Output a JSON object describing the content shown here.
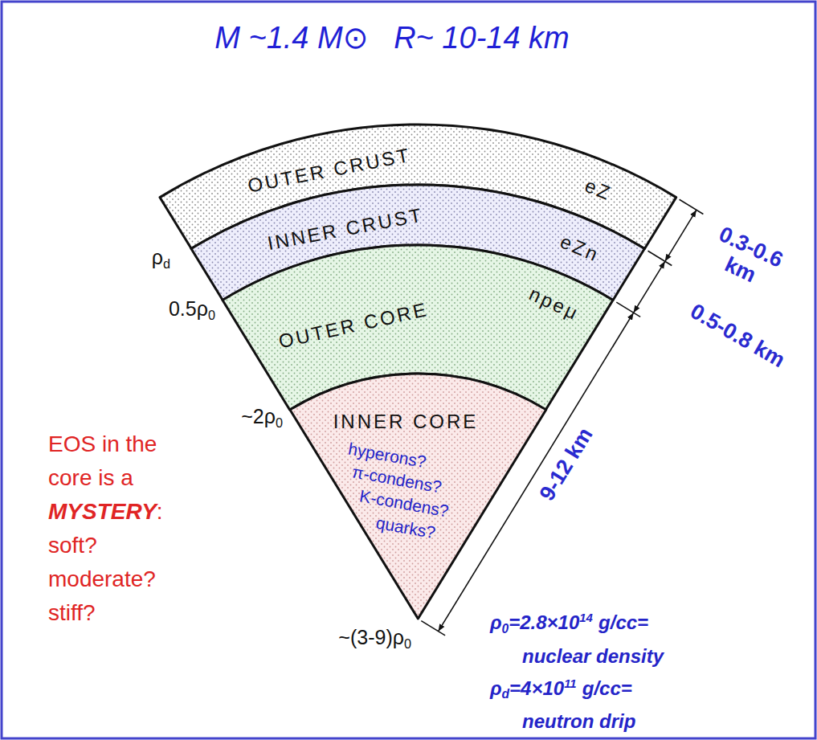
{
  "diagram": {
    "title": "M ~1.4 M⊙   R~ 10-14 km",
    "nodes": [
      {
        "text": [
          "OUTER CRUST",
          "eZ"
        ]
      },
      {
        "text": [
          "INNER CRUST",
          "eZn"
        ]
      },
      {
        "text": [
          "OUTER CORE",
          "npeμ"
        ]
      },
      {
        "text": [
          "INNER CORE",
          "hyperons?",
          "π-condens?",
          "K-condens?",
          "quarks?"
        ]
      }
    ],
    "labels": [
      "ρ",
      "d",
      "0.5ρ",
      "0",
      "~2ρ",
      "0",
      "~(3-9)ρ",
      "0",
      "EOS in the core is a",
      "MYSTERY",
      ":",
      "soft? moderate? stiff?",
      "0.3-0.6 km",
      "0.5-0.8 km",
      "9-12 km",
      "ρ",
      "0",
      "=2.8×10",
      "14",
      "g/cc=",
      "nuclear density",
      "ρ",
      "d",
      "=4×10",
      "11",
      "g/cc=",
      "neutron drip"
    ]
  }
}
